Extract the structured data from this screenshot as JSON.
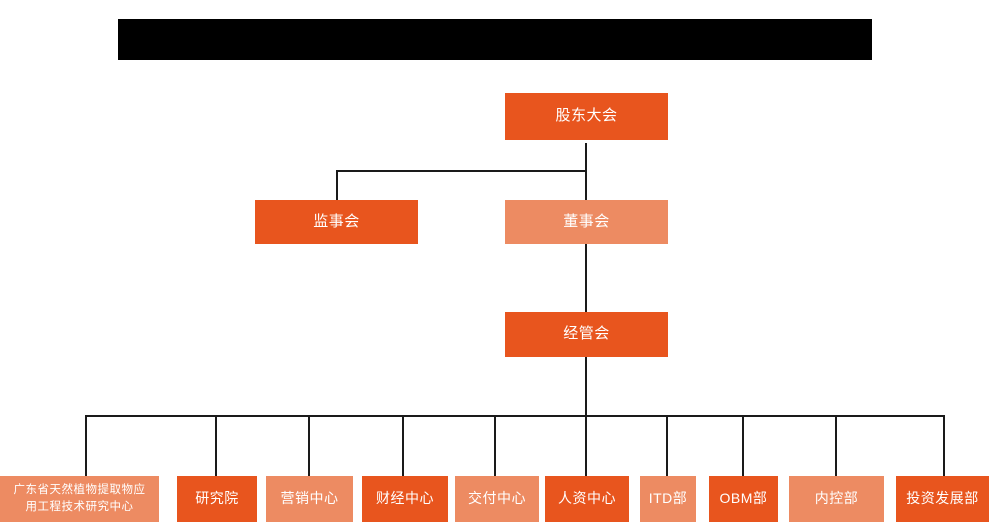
{
  "page": {
    "title_bar": {
      "name": "redacted-title-bar",
      "text": ""
    },
    "background_color": "#ffffff",
    "colors": {
      "box_dark": "#e8551e",
      "box_light": "#ed8b62",
      "connector": "#1a1a1a",
      "redaction": "#000000",
      "text": "#ffffff"
    }
  },
  "chart_data": {
    "type": "diagram",
    "title": "",
    "levels": [
      {
        "level": 1,
        "nodes": [
          {
            "id": "shareholders",
            "label": "股东大会",
            "shade": "dark"
          }
        ]
      },
      {
        "level": 2,
        "nodes": [
          {
            "id": "supervisors",
            "label": "监事会",
            "shade": "dark"
          },
          {
            "id": "directors",
            "label": "董事会",
            "shade": "light"
          }
        ]
      },
      {
        "level": 3,
        "nodes": [
          {
            "id": "management",
            "label": "经管会",
            "shade": "dark"
          }
        ]
      },
      {
        "level": 4,
        "nodes": [
          {
            "id": "research-center",
            "label": "广东省天然植物提取物应\n用工程技术研究中心",
            "shade": "light"
          },
          {
            "id": "institute",
            "label": "研究院",
            "shade": "dark"
          },
          {
            "id": "marketing",
            "label": "营销中心",
            "shade": "light"
          },
          {
            "id": "finance",
            "label": "财经中心",
            "shade": "dark"
          },
          {
            "id": "delivery",
            "label": "交付中心",
            "shade": "light"
          },
          {
            "id": "hr",
            "label": "人资中心",
            "shade": "dark"
          },
          {
            "id": "itd",
            "label": "ITD部",
            "shade": "light"
          },
          {
            "id": "obm",
            "label": "OBM部",
            "shade": "dark"
          },
          {
            "id": "internal-control",
            "label": "内控部",
            "shade": "light"
          },
          {
            "id": "investment",
            "label": "投资发展部",
            "shade": "dark"
          }
        ]
      }
    ],
    "edges": [
      {
        "from": "shareholders",
        "to": "supervisors"
      },
      {
        "from": "shareholders",
        "to": "directors"
      },
      {
        "from": "directors",
        "to": "management"
      },
      {
        "from": "management",
        "to": "research-center"
      },
      {
        "from": "management",
        "to": "institute"
      },
      {
        "from": "management",
        "to": "marketing"
      },
      {
        "from": "management",
        "to": "finance"
      },
      {
        "from": "management",
        "to": "delivery"
      },
      {
        "from": "management",
        "to": "hr"
      },
      {
        "from": "management",
        "to": "itd"
      },
      {
        "from": "management",
        "to": "obm"
      },
      {
        "from": "management",
        "to": "internal-control"
      },
      {
        "from": "management",
        "to": "investment"
      }
    ]
  }
}
